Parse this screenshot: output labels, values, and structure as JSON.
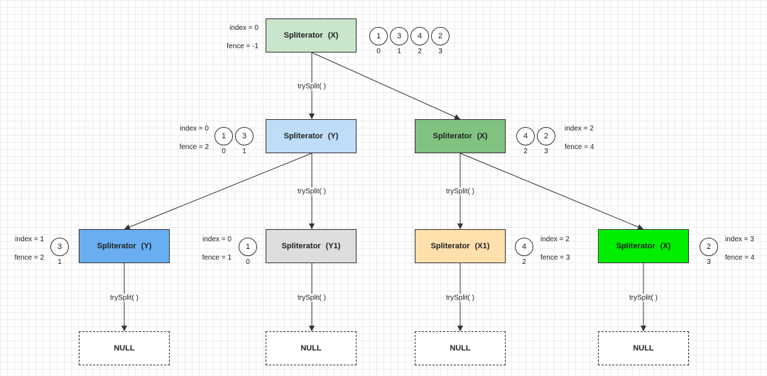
{
  "colors": {
    "root": "#c9e5cc",
    "left": "#bfdcf8",
    "right": "#80c27f",
    "ll": "#68aef0",
    "lr": "#dddddd",
    "rl": "#ffe0ad",
    "rr": "#00ee00"
  },
  "nodes": {
    "root": {
      "label": "Spliterator  (X)",
      "index": "index = 0",
      "fence": "fence = -1",
      "values": [
        "1",
        "3",
        "4",
        "2"
      ],
      "indices": [
        "0",
        "1",
        "2",
        "3"
      ]
    },
    "left": {
      "label": "Spliterator  (Y)",
      "index": "index = 0",
      "fence": "fence = 2",
      "values": [
        "1",
        "3"
      ],
      "indices": [
        "0",
        "1"
      ]
    },
    "right": {
      "label": "Spliterator  (X)",
      "index": "index = 2",
      "fence": "fence = 4",
      "values": [
        "4",
        "2"
      ],
      "indices": [
        "2",
        "3"
      ]
    },
    "ll": {
      "label": "Spliterator  (Y)",
      "index": "index = 1",
      "fence": "fence = 2",
      "values": [
        "3"
      ],
      "indices": [
        "1"
      ]
    },
    "lr": {
      "label": "Spliterator  (Y1)",
      "index": "index = 0",
      "fence": "fence = 1",
      "values": [
        "1"
      ],
      "indices": [
        "0"
      ]
    },
    "rl": {
      "label": "Spliterator  (X1)",
      "index": "index = 2",
      "fence": "fence = 3",
      "values": [
        "4"
      ],
      "indices": [
        "2"
      ]
    },
    "rr": {
      "label": "Spliterator  (X)",
      "index": "index = 3",
      "fence": "fence = 4",
      "values": [
        "2"
      ],
      "indices": [
        "3"
      ]
    }
  },
  "edge_labels": {
    "root_left": "trySplit( )",
    "left_lr": "trySplit( )",
    "right_rl": "trySplit( )",
    "ll_null": "trySplit( )",
    "lr_null": "trySplit( )",
    "rl_null": "trySplit( )",
    "rr_null": "trySplit( )"
  },
  "null_label": "NULL"
}
